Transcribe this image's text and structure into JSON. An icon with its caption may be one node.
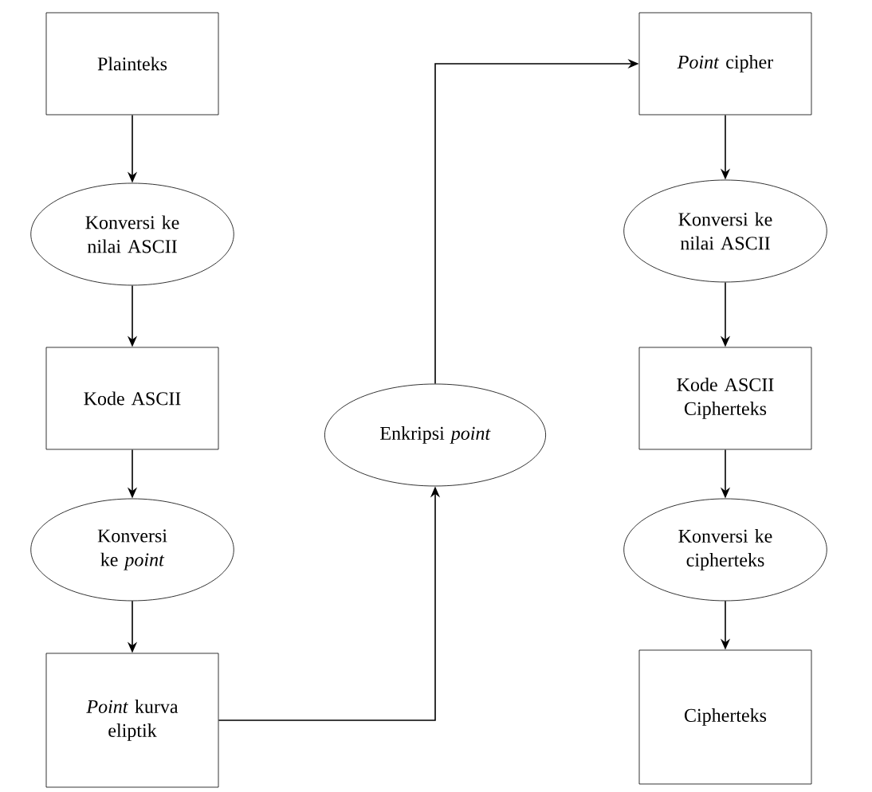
{
  "diagram": {
    "nodes": [
      {
        "text": [
          "Plainteks"
        ]
      },
      {
        "text": [
          "Konversi ke nilai ASCII"
        ]
      },
      {
        "text": [
          "Kode ASCII"
        ]
      },
      {
        "text": [
          "Konversi ke *point*"
        ]
      },
      {
        "text": [
          "*Point* kurva eliptik"
        ]
      },
      {
        "text": [
          "Enkripsi *point*"
        ]
      },
      {
        "text": [
          "*Point* cipher"
        ]
      },
      {
        "text": [
          "Konversi ke nilai ASCII"
        ]
      },
      {
        "text": [
          "Kode ASCII Cipherteks"
        ]
      },
      {
        "text": [
          "Konversi ke cipherteks"
        ]
      },
      {
        "text": [
          "Cipherteks"
        ]
      }
    ],
    "edges": [
      {
        "from": 0,
        "to": 1,
        "arrow": "to"
      },
      {
        "from": 1,
        "to": 2,
        "arrow": "to"
      },
      {
        "from": 2,
        "to": 3,
        "arrow": "to"
      },
      {
        "from": 3,
        "to": 4,
        "arrow": "to"
      },
      {
        "from": 4,
        "to": 5,
        "arrow": "to"
      },
      {
        "from": 5,
        "to": 6,
        "arrow": "to"
      },
      {
        "from": 6,
        "to": 7,
        "arrow": "to"
      },
      {
        "from": 7,
        "to": 8,
        "arrow": "to"
      },
      {
        "from": 8,
        "to": 9,
        "arrow": "to"
      },
      {
        "from": 9,
        "to": 10,
        "arrow": "to"
      }
    ]
  }
}
